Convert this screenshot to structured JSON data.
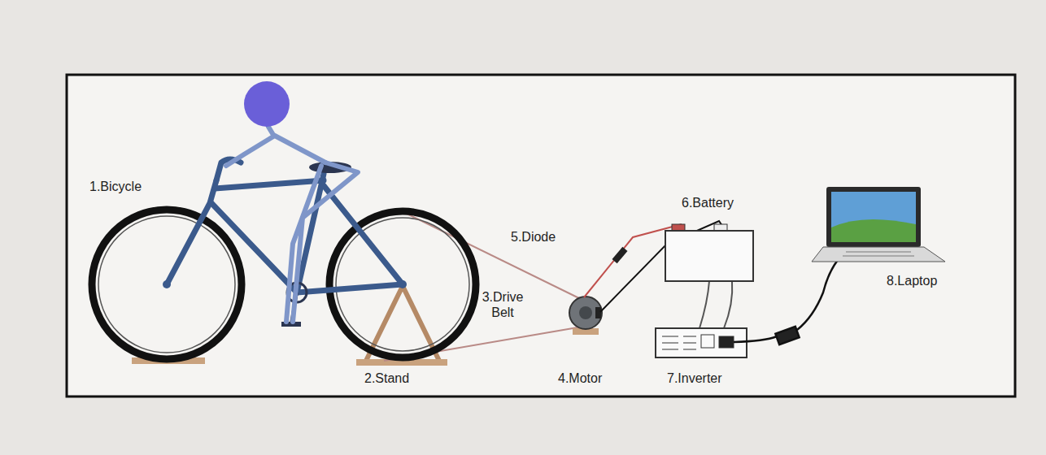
{
  "diagram": {
    "labels": [
      "1.Bicycle",
      "2.Stand",
      "3.Drive Belt",
      "4.Motor",
      "5.Diode",
      "6.Battery",
      "7.Inverter",
      "8.Laptop"
    ]
  }
}
